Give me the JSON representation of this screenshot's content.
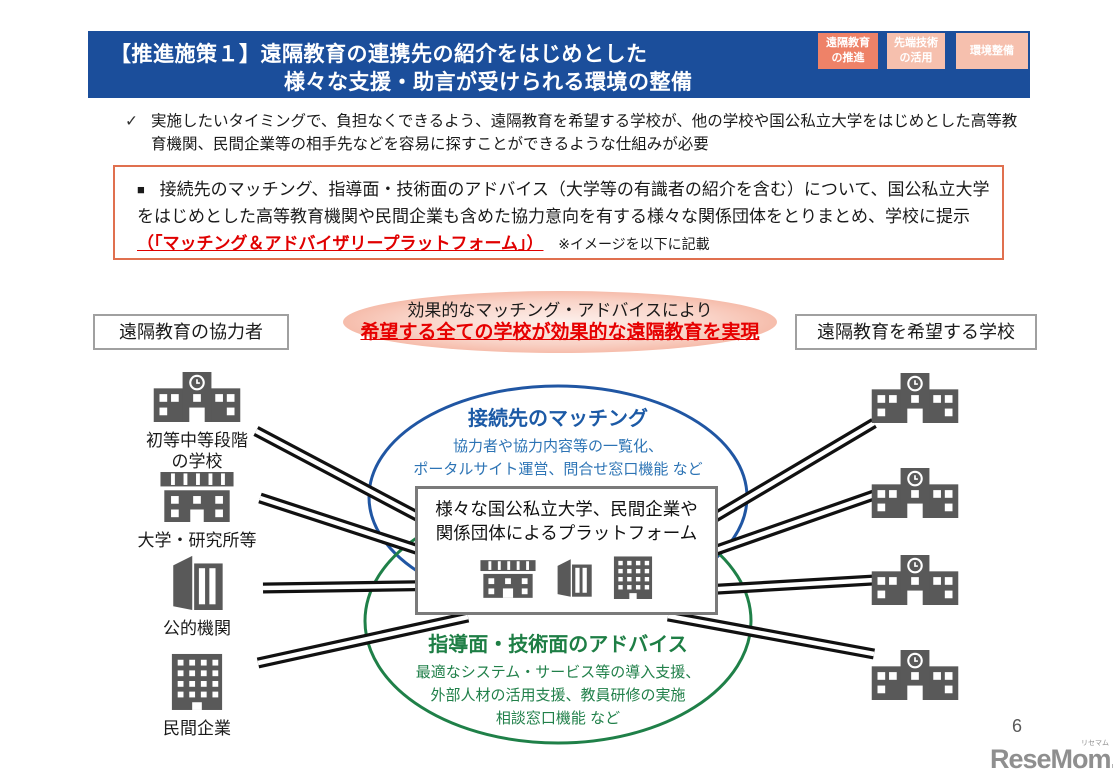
{
  "header": {
    "title_line1": "【推進施策１】遠隔教育の連携先の紹介をはじめとした",
    "title_line2": "様々な支援・助言が受けられる環境の整備",
    "badges": [
      {
        "line1": "遠隔教育",
        "line2": "の推進"
      },
      {
        "line1": "先端技術",
        "line2": "の活用"
      },
      {
        "line1": "環境整備",
        "line2": ""
      }
    ]
  },
  "check_note": {
    "mark": "✓",
    "text": "実施したいタイミングで、負担なくできるよう、遠隔教育を希望する学校が、他の学校や国公私立大学をはじめとした高等教育機関、民間企業等の相手先などを容易に探すことができるような仕組みが必要"
  },
  "proposal_box": {
    "bullet": "■",
    "text_line1": "接続先のマッチング、指導面・技術面のアドバイス（大学等の有識者の紹介を含む）について、国公私立大学",
    "text_line2": "をはじめとした高等教育機関や民間企業も含めた協力意向を有する様々な関係団体をとりまとめ、学校に提示",
    "highlight": "（「マッチング＆アドバイザリープラットフォーム」）",
    "note": "※イメージを以下に記載"
  },
  "diagram": {
    "effect_line1": "効果的なマッチング・アドバイスにより",
    "effect_line2": "希望する全ての学校が効果的な遠隔教育を実現",
    "left_label": "遠隔教育の協力者",
    "right_label": "遠隔教育を希望する学校",
    "matching": {
      "title": "接続先のマッチング",
      "desc1": "協力者や協力内容等の一覧化、",
      "desc2": "ポータルサイト運営、問合せ窓口機能 など"
    },
    "platform": {
      "line1": "様々な国公私立大学、民間企業や",
      "line2": "関係団体によるプラットフォーム"
    },
    "advice": {
      "title": "指導面・技術面のアドバイス",
      "desc1": "最適なシステム・サービス等の導入支援、",
      "desc2": "外部人材の活用支援、教員研修の実施",
      "desc3": "相談窓口機能 など"
    },
    "left_entities": [
      {
        "line1": "初等中等段階",
        "line2": "の学校"
      },
      {
        "line1": "大学・研究所等",
        "line2": ""
      },
      {
        "line1": "公的機関",
        "line2": ""
      },
      {
        "line1": "民間企業",
        "line2": ""
      }
    ]
  },
  "footer": {
    "page_number": "6",
    "logo_text": "ReseMom.",
    "logo_ruby": "リセマム"
  },
  "colors": {
    "header_bg": "#1b4e9b",
    "badge_primary_bg": "#ee8268",
    "badge_secondary_bg": "#f6c0ae",
    "proposal_border": "#e0704f",
    "highlight_red": "#e00000",
    "banner_red": "#e60000",
    "matching_blue": "#1c5aa6",
    "advice_green": "#1e7e45",
    "icon_gray": "#595959",
    "logo_gray": "#8f8f8f"
  }
}
